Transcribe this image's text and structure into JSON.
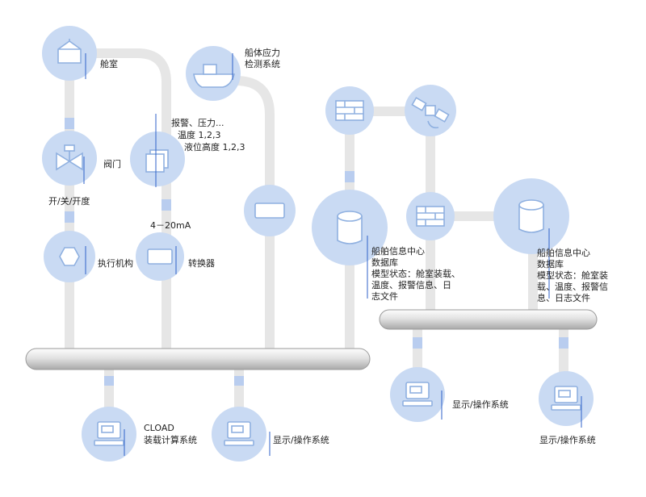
{
  "labels": {
    "cabin": "舱室",
    "hull_stress_line1": "船体应力",
    "hull_stress_line2": "检测系统",
    "alarm_line1": "报警、压力...",
    "alarm_line2": "温度 1,2,3",
    "alarm_line3": "液位高度 1,2,3",
    "valve": "阀门",
    "open_close": "开/关/开度",
    "current": "4－20mA",
    "actuator": "执行机构",
    "converter": "转换器",
    "db_left_line1": "船舶信息中心",
    "db_left_line2": "数据库",
    "db_left_line3": "模型状态：舱室装载、",
    "db_left_line4": "温度、报警信息、日",
    "db_left_line5": "志文件",
    "db_right_line1": "船舶信息中心",
    "db_right_line2": "数据库",
    "db_right_line3": "模型状态：舱室装",
    "db_right_line4": "载、温度、报警信",
    "db_right_line5": "息、日志文件",
    "cload_line1": "CLOAD",
    "cload_line2": "装载计算系统",
    "display_1": "显示/操作系统",
    "display_2": "显示/操作系统",
    "display_3": "显示/操作系统"
  },
  "colors": {
    "node_fill": "#c9daf3",
    "pipe": "#e6e6e6",
    "callout": "#2f62c8",
    "icon_stroke": "#8fb0e0"
  }
}
